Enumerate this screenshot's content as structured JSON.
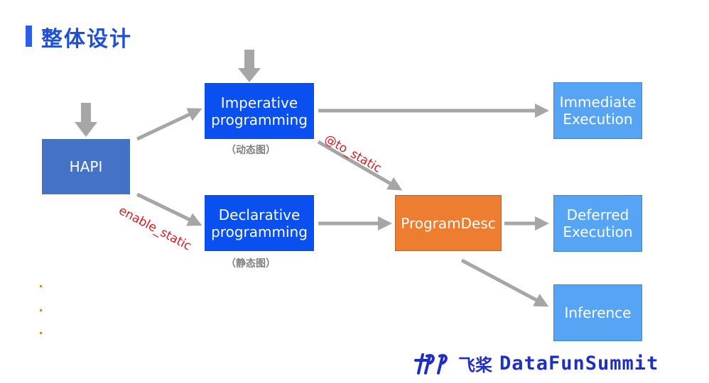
{
  "title": "整体设计",
  "nodes": {
    "hapi": "HAPI",
    "imperative": "Imperative\nprogramming",
    "imperative_note": "（动态图）",
    "declarative": "Declarative\nprogramming",
    "declarative_note": "（静态图）",
    "program_desc": "ProgramDesc",
    "immediate": "Immediate\nExecution",
    "deferred": "Deferred\nExecution",
    "inference": "Inference"
  },
  "edge_labels": {
    "to_static": "@to_static",
    "enable_static": "enable_static"
  },
  "brand": {
    "logo_name": "paddle-logo",
    "cn": "飞桨",
    "text": "DataFunSummit"
  },
  "colors": {
    "title": "#1f4fd6",
    "hapi": "#4472c4",
    "programming": "#0a4ff0",
    "program_desc": "#ed7d31",
    "execution": "#56a5f5",
    "arrow": "#a6a6a6",
    "edge_label": "#e0191e"
  }
}
